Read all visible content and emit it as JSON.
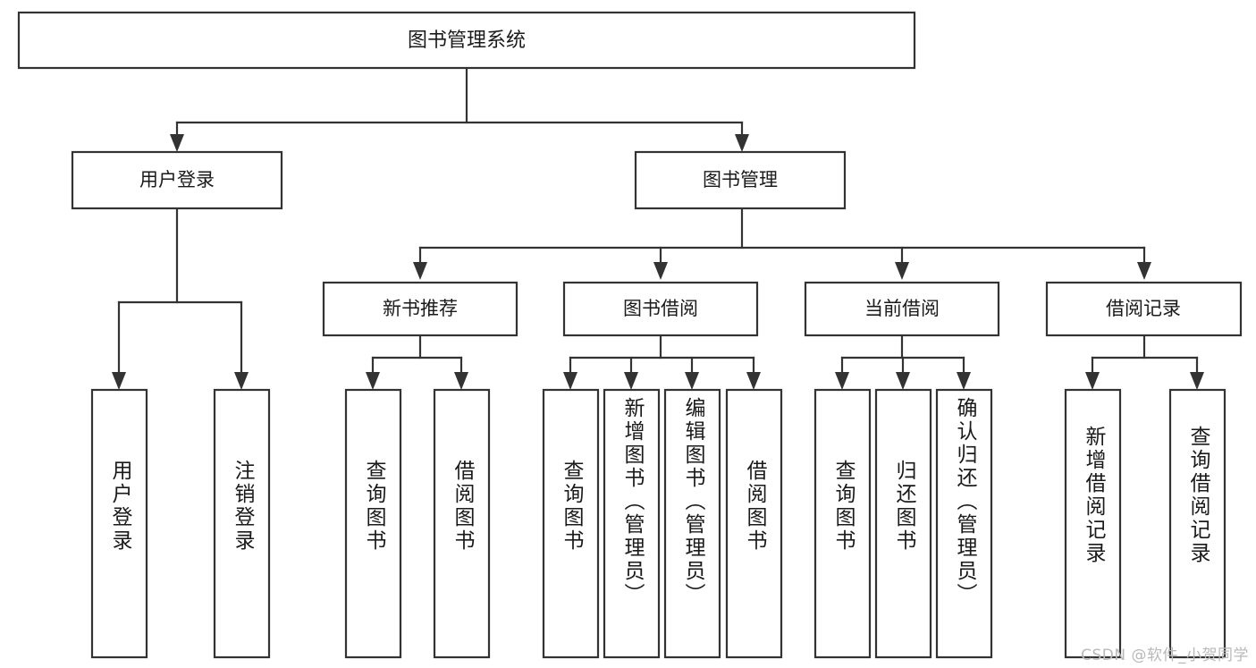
{
  "diagram": {
    "title": "图书管理系统",
    "type": "tree-hierarchy-chart",
    "orientation": "top-down",
    "colors": {
      "box_stroke": "#333333",
      "box_fill": "#ffffff",
      "text": "#1a1a1a",
      "background": "#ffffff",
      "watermark": "#b9b9b9"
    }
  },
  "root": {
    "label": "图书管理系统"
  },
  "level1": [
    {
      "label": "用户登录"
    },
    {
      "label": "图书管理"
    }
  ],
  "level2": [
    {
      "label": "新书推荐"
    },
    {
      "label": "图书借阅"
    },
    {
      "label": "当前借阅"
    },
    {
      "label": "借阅记录"
    }
  ],
  "leaves": {
    "user_login": [
      {
        "label": "用户登录"
      },
      {
        "label": "注销登录"
      }
    ],
    "new_book_recommend": [
      {
        "label": "查询图书"
      },
      {
        "label": "借阅图书"
      }
    ],
    "book_borrow": [
      {
        "label": "查询图书"
      },
      {
        "label": "新增图书（管理员）"
      },
      {
        "label": "编辑图书（管理员）"
      },
      {
        "label": "借阅图书"
      }
    ],
    "current_borrow": [
      {
        "label": "查询图书"
      },
      {
        "label": "归还图书"
      },
      {
        "label": "确认归还（管理员）"
      }
    ],
    "borrow_record": [
      {
        "label": "新增借阅记录"
      },
      {
        "label": "查询借阅记录"
      }
    ]
  },
  "watermark": {
    "text": "CSDN @软件_小贺同学"
  }
}
